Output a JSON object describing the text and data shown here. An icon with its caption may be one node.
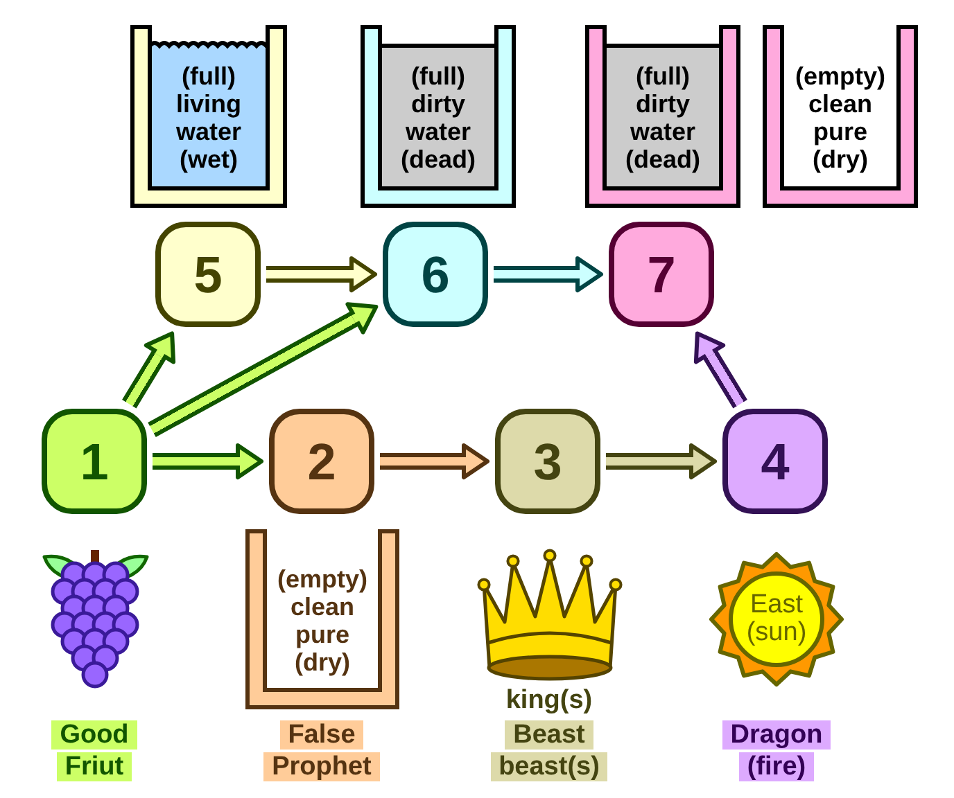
{
  "diagram": {
    "nodes": [
      {
        "text": [
          "(full) living water (wet)"
        ]
      },
      {
        "text": [
          "(full) dirty water (dead)"
        ]
      },
      {
        "text": [
          "(full) dirty water (dead)"
        ]
      },
      {
        "text": [
          "(empty) clean pure (dry)"
        ]
      },
      {
        "text": [
          "5"
        ]
      },
      {
        "text": [
          "6"
        ]
      },
      {
        "text": [
          "7"
        ]
      },
      {
        "text": [
          "1"
        ]
      },
      {
        "text": [
          "2"
        ]
      },
      {
        "text": [
          "3"
        ]
      },
      {
        "text": [
          "4"
        ]
      },
      {
        "text": [
          "(empty) clean pure (dry)"
        ],
        "beside": [
          "False Prophet"
        ]
      },
      {
        "text": [
          "East (sun)"
        ],
        "beside": [
          "Dragon (fire)"
        ]
      }
    ],
    "edges": [
      {
        "from": 7,
        "to": 4,
        "arrow": "to",
        "color": "#ccff66"
      },
      {
        "from": 7,
        "to": 5,
        "arrow": "to",
        "color": "#ccff66"
      },
      {
        "from": 4,
        "to": 5,
        "arrow": "to",
        "color": "#ffffcc"
      },
      {
        "from": 5,
        "to": 6,
        "arrow": "to",
        "color": "#ccffff"
      },
      {
        "from": 7,
        "to": 8,
        "arrow": "to",
        "color": "#ccff66"
      },
      {
        "from": 8,
        "to": 9,
        "arrow": "to",
        "color": "#ffcc99"
      },
      {
        "from": 9,
        "to": 10,
        "arrow": "to",
        "color": "#dddaaa"
      },
      {
        "from": 10,
        "to": 6,
        "arrow": "to",
        "color": "#ddaaff"
      }
    ],
    "labels": [
      "king(s)",
      "Good Friut",
      "Beast beast(s)"
    ]
  }
}
